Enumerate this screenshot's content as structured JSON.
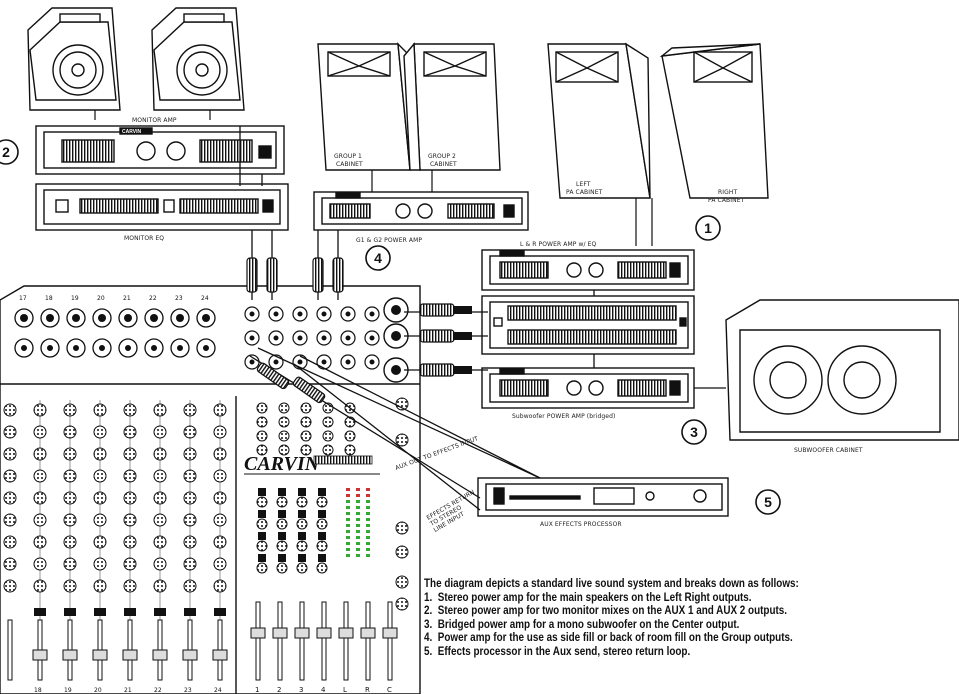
{
  "labels": {
    "monitor_amp": "MONITOR AMP",
    "monitor_eq": "MONITOR EQ",
    "group1_cabinet": "GROUP 1\nCABINET",
    "group2_cabinet": "GROUP 2\nCABINET",
    "group_power_amp": "G1 & G2 POWER AMP",
    "left_cabinet": "LEFT\nPA CABINET",
    "right_cabinet": "RIGHT\nPA CABINET",
    "lr_power_amp": "L & R POWER AMP w/ EQ",
    "sub_power_amp": "Subwoofer POWER AMP (bridged)",
    "sub_cabinet": "SUBWOOFER CABINET",
    "aux_out_fx": "AUX OUT TO EFFECTS INPUT",
    "fx_return": "EFFECTS RETURN\nTO STEREO\nLINE INPUT",
    "fx_processor": "AUX EFFECTS PROCESSOR",
    "mixer_brand": "CARVIN",
    "amp_brand": "CARVIN"
  },
  "callouts": [
    "1",
    "2",
    "3",
    "4",
    "5"
  ],
  "channel_numbers_top": [
    "17",
    "18",
    "19",
    "20",
    "21",
    "22",
    "23",
    "24"
  ],
  "channel_numbers_bottom": [
    "18",
    "19",
    "20",
    "21",
    "22",
    "23",
    "24"
  ],
  "master_labels_bottom": [
    "1",
    "2",
    "3",
    "4",
    "L",
    "R",
    "C"
  ],
  "legend": {
    "intro": "The diagram depicts a standard live sound system and breaks down as follows:",
    "items": [
      {
        "n": "1.",
        "text": "Stereo power amp for the main speakers on the Left Right outputs."
      },
      {
        "n": "2.",
        "text": "Stereo power amp for two monitor mixes on the AUX 1 and AUX 2 outputs."
      },
      {
        "n": "3.",
        "text": "Bridged power amp for a mono subwoofer on the Center output."
      },
      {
        "n": "4.",
        "text": "Power amp for the use as side fill or back of room fill on the Group outputs."
      },
      {
        "n": "5.",
        "text": "Effects processor in the Aux send, stereo return loop."
      }
    ]
  }
}
